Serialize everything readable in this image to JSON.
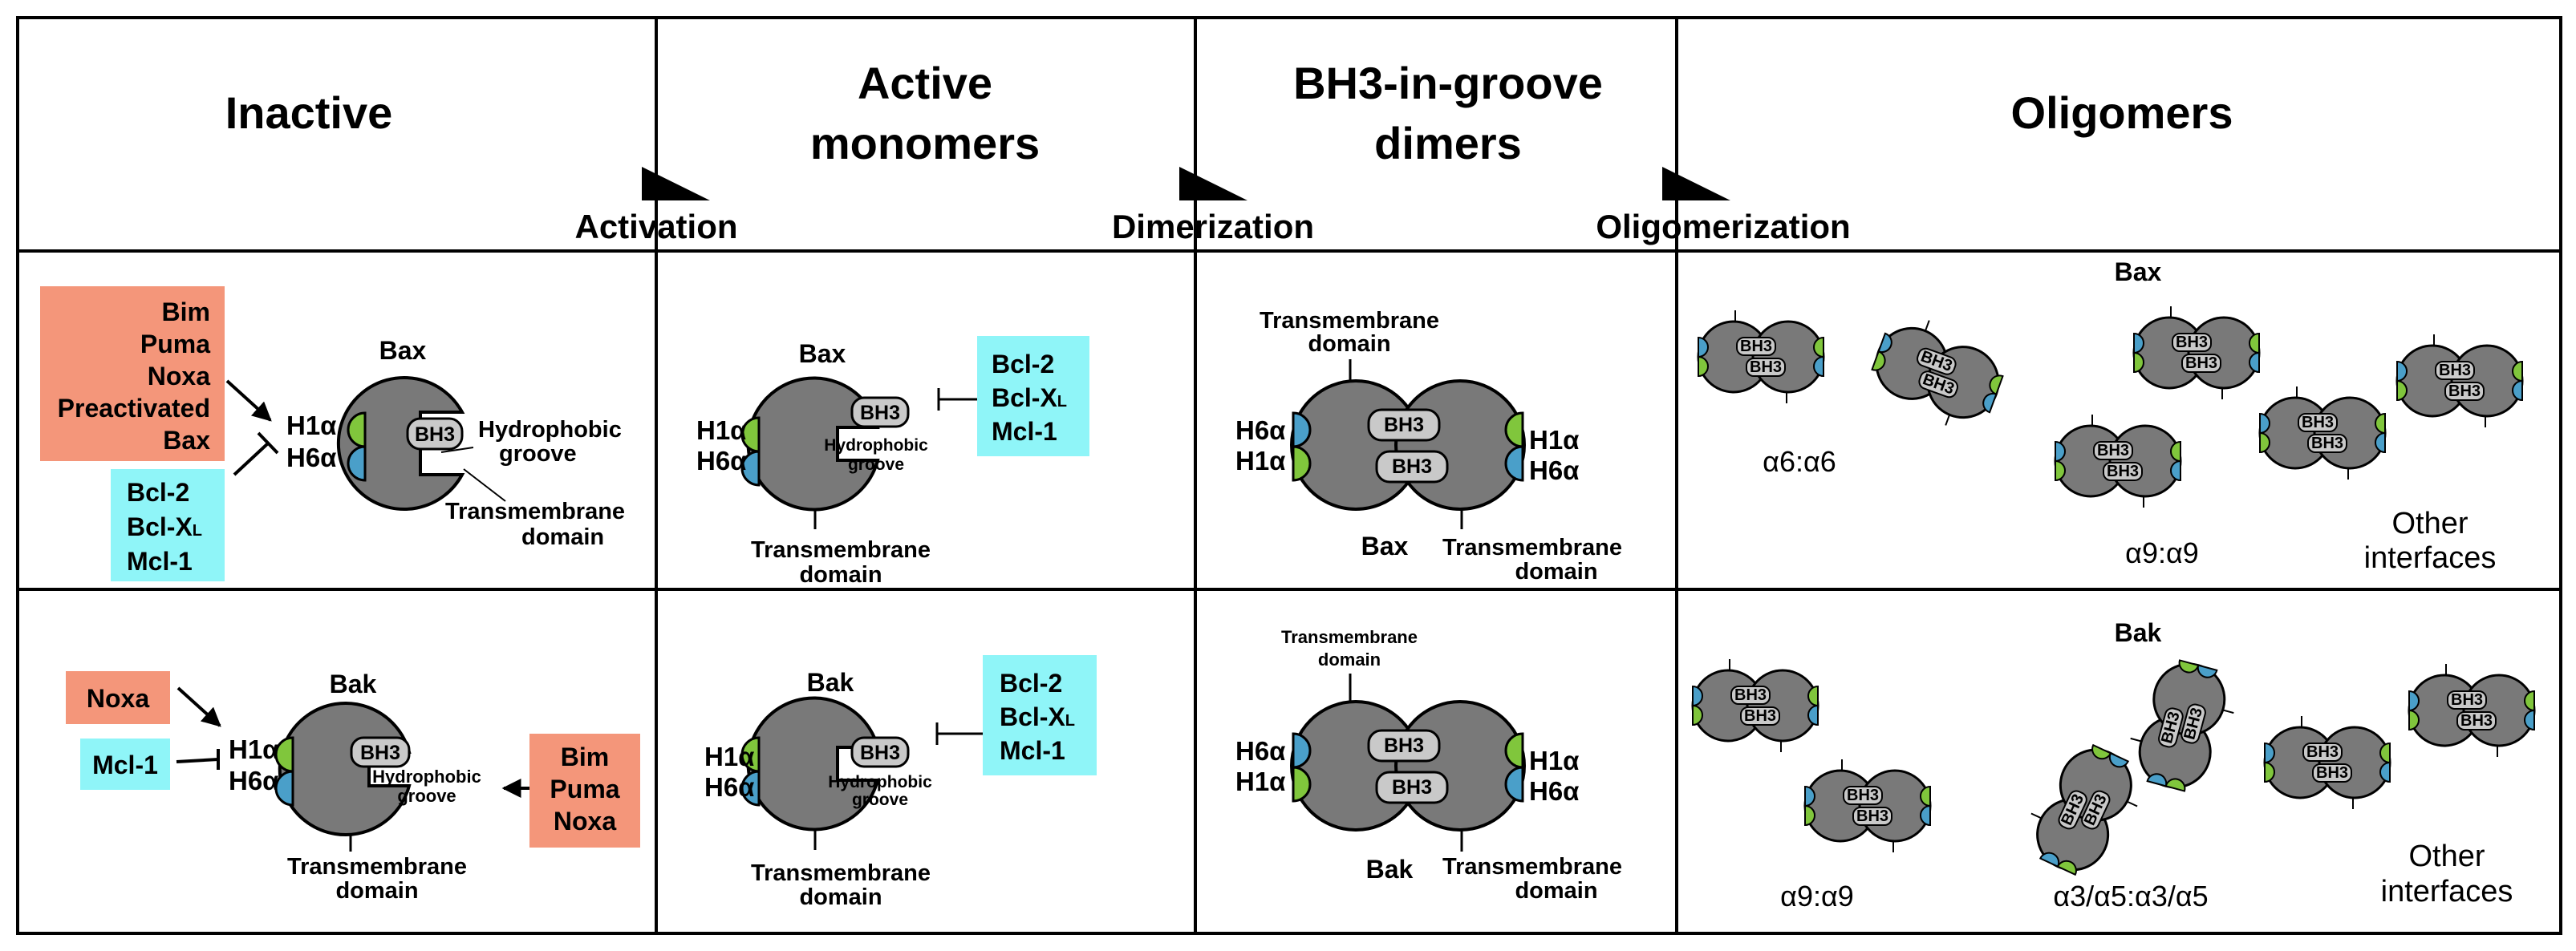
{
  "headers": {
    "inactive": "Inactive",
    "active_1": "Active",
    "active_2": "monomers",
    "dimers_1": "BH3-in-groove",
    "dimers_2": "dimers",
    "oligomers": "Oligomers"
  },
  "steps": {
    "activation": "Activation",
    "dimerization": "Dimerization",
    "oligomerization": "Oligomerization"
  },
  "bax_inactive": {
    "activators": [
      "Bim",
      "Puma",
      "Noxa",
      "Preactivated",
      "Bax"
    ],
    "inhibitors": [
      "Bcl-2",
      "Bcl-X",
      "Mcl-1"
    ],
    "inhibitor_subscript": "L",
    "protein": "Bax",
    "h1": "H1α",
    "h6": "H6α",
    "bh3": "BH3",
    "groove_1": "Hydrophobic",
    "groove_2": "groove",
    "tm_1": "Transmembrane",
    "tm_2": "domain"
  },
  "bax_active": {
    "protein": "Bax",
    "h1": "H1α",
    "h6": "H6α",
    "bh3": "BH3",
    "groove_1": "Hydrophobic",
    "groove_2": "groove",
    "tm_1": "Transmembrane",
    "tm_2": "domain",
    "inhibitors": [
      "Bcl-2",
      "Bcl-X",
      "Mcl-1"
    ],
    "inhibitor_subscript": "L"
  },
  "bax_dimer": {
    "tm_top_1": "Transmembrane",
    "tm_top_2": "domain",
    "h6": "H6α",
    "h1": "H1α",
    "bh3": "BH3",
    "protein": "Bax",
    "tm_bot_1": "Transmembrane",
    "tm_bot_2": "domain"
  },
  "bax_oligo": {
    "protein": "Bax",
    "bh3": "BH3",
    "label_a6": "α6:α6",
    "label_a9": "α9:α9",
    "other_1": "Other",
    "other_2": "interfaces"
  },
  "bak_inactive": {
    "activators_left": [
      "Noxa"
    ],
    "inhibitors_left": [
      "Mcl-1"
    ],
    "activators_right": [
      "Bim",
      "Puma",
      "Noxa"
    ],
    "protein": "Bak",
    "h1": "H1α",
    "h6": "H6α",
    "bh3": "BH3",
    "groove_1": "Hydrophobic",
    "groove_2": "groove",
    "tm_1": "Transmembrane",
    "tm_2": "domain"
  },
  "bak_active": {
    "protein": "Bak",
    "h1": "H1α",
    "h6": "H6α",
    "bh3": "BH3",
    "groove_1": "Hydrophobic",
    "groove_2": "groove",
    "tm_1": "Transmembrane",
    "tm_2": "domain",
    "inhibitors": [
      "Bcl-2",
      "Bcl-X",
      "Mcl-1"
    ],
    "inhibitor_subscript": "L"
  },
  "bak_dimer": {
    "tm_top_1": "Transmembrane",
    "tm_top_2": "domain",
    "h6": "H6α",
    "h1": "H1α",
    "bh3": "BH3",
    "protein": "Bak",
    "tm_bot_1": "Transmembrane",
    "tm_bot_2": "domain"
  },
  "bak_oligo": {
    "protein": "Bak",
    "bh3": "BH3",
    "label_a9": "α9:α9",
    "label_a35": "α3/α5:α3/α5",
    "other_1": "Other",
    "other_2": "interfaces"
  },
  "colors": {
    "protein_fill": "#797979",
    "outline": "#000000",
    "helix_green": "#80c63c",
    "helix_blue": "#4a9fc9",
    "bh3_fill": "#c9c9c9",
    "activator_box": "#f4967a",
    "inhibitor_box": "#8ff5f8"
  }
}
